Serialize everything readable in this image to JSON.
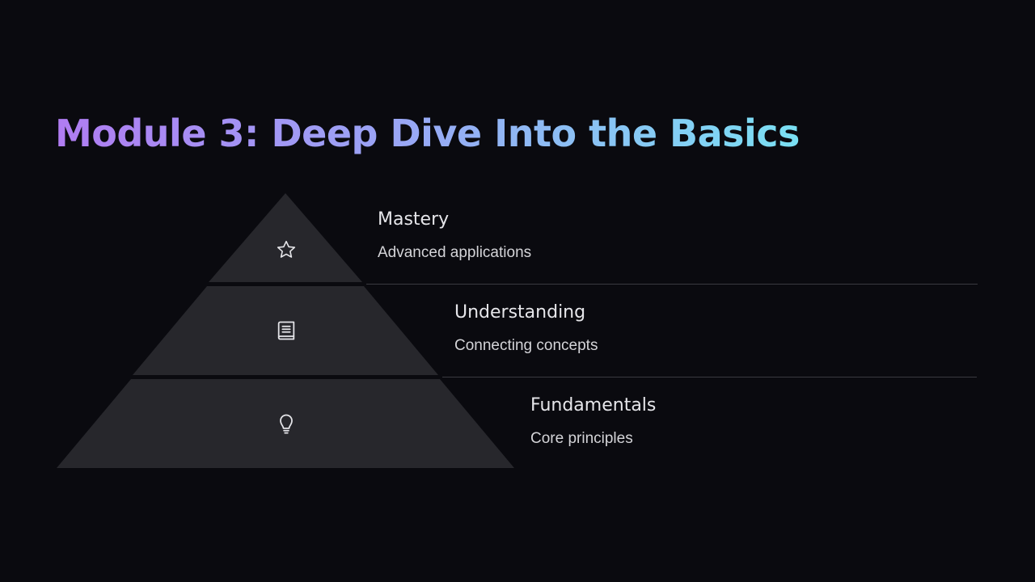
{
  "slide": {
    "title": "Module 3: Deep Dive Into the Basics"
  },
  "tiers": [
    {
      "heading": "Mastery",
      "subtitle": "Advanced applications",
      "icon": "star-icon"
    },
    {
      "heading": "Understanding",
      "subtitle": "Connecting concepts",
      "icon": "book-icon"
    },
    {
      "heading": "Fundamentals",
      "subtitle": "Core principles",
      "icon": "lightbulb-icon"
    }
  ],
  "colors": {
    "background": "#0a0a0f",
    "tier_fill": "#27272c",
    "title_gradient": [
      "#b07cf2",
      "#9aa5f5",
      "#7ae0f3"
    ]
  }
}
